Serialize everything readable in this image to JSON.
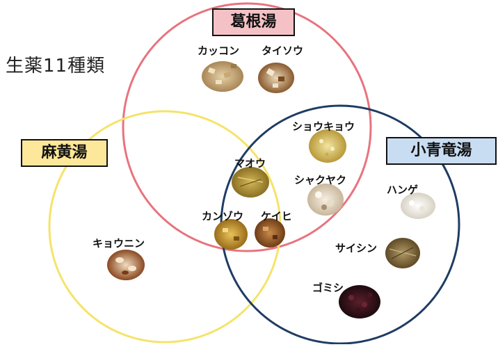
{
  "headline": "生薬11種類",
  "formulas": {
    "kakkonto": {
      "label": "葛根湯",
      "ring_color": "#e8737e",
      "box_color": "#f4c2c6"
    },
    "maoto": {
      "label": "麻黄湯",
      "ring_color": "#f5e36a",
      "box_color": "#fce79a"
    },
    "shoseiryuto": {
      "label": "小青竜湯",
      "ring_color": "#1f3c63",
      "box_color": "#c9ddf2"
    }
  },
  "herbs": {
    "kakkon": "カッコン",
    "taiso": "タイソウ",
    "shokyo": "ショウキョウ",
    "mao": "マオウ",
    "shakuyaku": "シャクヤク",
    "kanzo": "カンゾウ",
    "keihi": "ケイヒ",
    "kyonin": "キョウニン",
    "hange": "ハンゲ",
    "saishin": "サイシン",
    "gomishi": "ゴミシ"
  }
}
